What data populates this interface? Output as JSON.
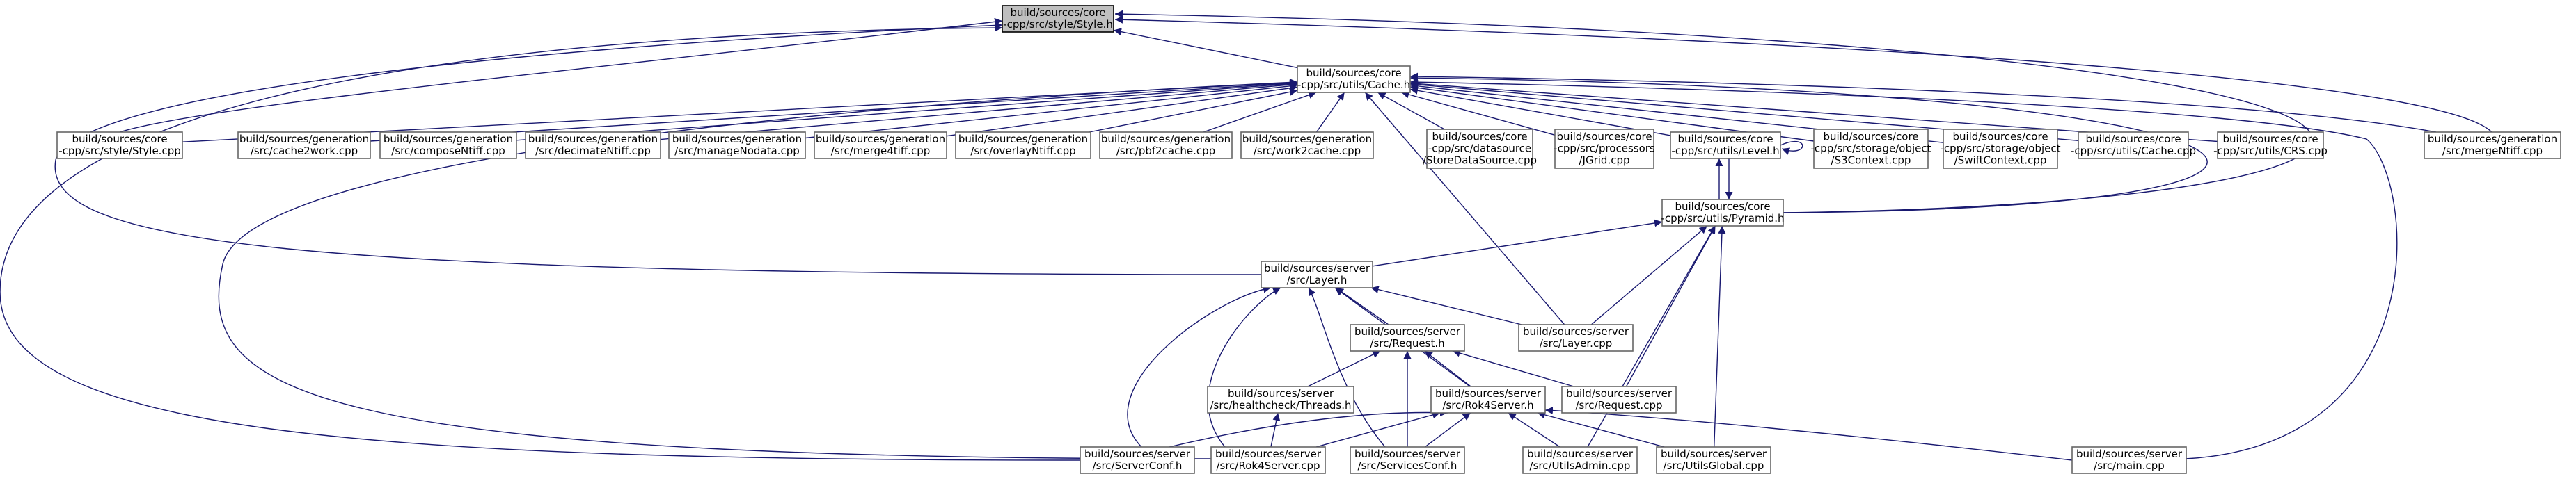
{
  "graph": {
    "root": "style_h",
    "nodes": [
      {
        "id": "style_h",
        "lines": [
          "build/sources/core",
          "-cpp/src/style/Style.h"
        ],
        "highlight": true
      },
      {
        "id": "cache_h",
        "lines": [
          "build/sources/core",
          "-cpp/src/utils/Cache.h"
        ]
      },
      {
        "id": "style_cpp",
        "lines": [
          "build/sources/core",
          "-cpp/src/style/Style.cpp"
        ]
      },
      {
        "id": "cache2work",
        "lines": [
          "build/sources/generation",
          "/src/cache2work.cpp"
        ]
      },
      {
        "id": "composeNtiff",
        "lines": [
          "build/sources/generation",
          "/src/composeNtiff.cpp"
        ]
      },
      {
        "id": "decimateNtiff",
        "lines": [
          "build/sources/generation",
          "/src/decimateNtiff.cpp"
        ]
      },
      {
        "id": "manageNodata",
        "lines": [
          "build/sources/generation",
          "/src/manageNodata.cpp"
        ]
      },
      {
        "id": "merge4tiff",
        "lines": [
          "build/sources/generation",
          "/src/merge4tiff.cpp"
        ]
      },
      {
        "id": "overlayNtiff",
        "lines": [
          "build/sources/generation",
          "/src/overlayNtiff.cpp"
        ]
      },
      {
        "id": "pbf2cache",
        "lines": [
          "build/sources/generation",
          "/src/pbf2cache.cpp"
        ]
      },
      {
        "id": "work2cache",
        "lines": [
          "build/sources/generation",
          "/src/work2cache.cpp"
        ]
      },
      {
        "id": "storeds",
        "lines": [
          "build/sources/core",
          "-cpp/src/datasource",
          "/StoreDataSource.cpp"
        ]
      },
      {
        "id": "jgrid",
        "lines": [
          "build/sources/core",
          "-cpp/src/processors",
          "/JGrid.cpp"
        ]
      },
      {
        "id": "level_h",
        "lines": [
          "build/sources/core",
          "-cpp/src/utils/Level.h"
        ]
      },
      {
        "id": "s3ctx",
        "lines": [
          "build/sources/core",
          "-cpp/src/storage/object",
          "/S3Context.cpp"
        ]
      },
      {
        "id": "swiftctx",
        "lines": [
          "build/sources/core",
          "-cpp/src/storage/object",
          "/SwiftContext.cpp"
        ]
      },
      {
        "id": "cache_cpp",
        "lines": [
          "build/sources/core",
          "-cpp/src/utils/Cache.cpp"
        ]
      },
      {
        "id": "crs_cpp",
        "lines": [
          "build/sources/core",
          "-cpp/src/utils/CRS.cpp"
        ]
      },
      {
        "id": "mergeNtiff",
        "lines": [
          "build/sources/generation",
          "/src/mergeNtiff.cpp"
        ]
      },
      {
        "id": "pyramid_h",
        "lines": [
          "build/sources/core",
          "-cpp/src/utils/Pyramid.h"
        ]
      },
      {
        "id": "layer_h",
        "lines": [
          "build/sources/server",
          "/src/Layer.h"
        ]
      },
      {
        "id": "layer_cpp",
        "lines": [
          "build/sources/server",
          "/src/Layer.cpp"
        ]
      },
      {
        "id": "request_h",
        "lines": [
          "build/sources/server",
          "/src/Request.h"
        ]
      },
      {
        "id": "threads_h",
        "lines": [
          "build/sources/server",
          "/src/healthcheck/Threads.h"
        ]
      },
      {
        "id": "rok4server_h",
        "lines": [
          "build/sources/server",
          "/src/Rok4Server.h"
        ]
      },
      {
        "id": "request_cpp",
        "lines": [
          "build/sources/server",
          "/src/Request.cpp"
        ]
      },
      {
        "id": "serverconf_h",
        "lines": [
          "build/sources/server",
          "/src/ServerConf.h"
        ]
      },
      {
        "id": "rok4server_cpp",
        "lines": [
          "build/sources/server",
          "/src/Rok4Server.cpp"
        ]
      },
      {
        "id": "servicesconf_h",
        "lines": [
          "build/sources/server",
          "/src/ServicesConf.h"
        ]
      },
      {
        "id": "utilsadmin",
        "lines": [
          "build/sources/server",
          "/src/UtilsAdmin.cpp"
        ]
      },
      {
        "id": "utilsglobal",
        "lines": [
          "build/sources/server",
          "/src/UtilsGlobal.cpp"
        ]
      },
      {
        "id": "main_cpp",
        "lines": [
          "build/sources/server",
          "/src/main.cpp"
        ]
      }
    ],
    "edges": [
      {
        "from": "cache_h",
        "to": "style_h"
      },
      {
        "from": "style_cpp",
        "to": "style_h"
      },
      {
        "from": "mergeNtiff",
        "to": "style_h"
      },
      {
        "from": "pyramid_h",
        "to": "style_h"
      },
      {
        "from": "layer_h",
        "to": "style_h"
      },
      {
        "from": "serverconf_h",
        "to": "style_h"
      },
      {
        "from": "style_cpp",
        "to": "cache_h"
      },
      {
        "from": "cache2work",
        "to": "cache_h"
      },
      {
        "from": "composeNtiff",
        "to": "cache_h"
      },
      {
        "from": "decimateNtiff",
        "to": "cache_h"
      },
      {
        "from": "manageNodata",
        "to": "cache_h"
      },
      {
        "from": "merge4tiff",
        "to": "cache_h"
      },
      {
        "from": "overlayNtiff",
        "to": "cache_h"
      },
      {
        "from": "pbf2cache",
        "to": "cache_h"
      },
      {
        "from": "work2cache",
        "to": "cache_h"
      },
      {
        "from": "storeds",
        "to": "cache_h"
      },
      {
        "from": "jgrid",
        "to": "cache_h"
      },
      {
        "from": "level_h",
        "to": "cache_h"
      },
      {
        "from": "s3ctx",
        "to": "cache_h"
      },
      {
        "from": "swiftctx",
        "to": "cache_h"
      },
      {
        "from": "cache_cpp",
        "to": "cache_h"
      },
      {
        "from": "crs_cpp",
        "to": "cache_h"
      },
      {
        "from": "mergeNtiff",
        "to": "cache_h"
      },
      {
        "from": "pyramid_h",
        "to": "cache_h"
      },
      {
        "from": "layer_cpp",
        "to": "cache_h"
      },
      {
        "from": "rok4server_cpp",
        "to": "cache_h"
      },
      {
        "from": "main_cpp",
        "to": "cache_h"
      },
      {
        "from": "level_h",
        "to": "level_h"
      },
      {
        "from": "pyramid_h",
        "to": "level_h"
      },
      {
        "from": "level_h",
        "to": "pyramid_h"
      },
      {
        "from": "layer_h",
        "to": "pyramid_h"
      },
      {
        "from": "layer_cpp",
        "to": "pyramid_h"
      },
      {
        "from": "request_cpp",
        "to": "pyramid_h"
      },
      {
        "from": "utilsadmin",
        "to": "pyramid_h"
      },
      {
        "from": "utilsglobal",
        "to": "pyramid_h"
      },
      {
        "from": "layer_cpp",
        "to": "layer_h"
      },
      {
        "from": "request_h",
        "to": "layer_h"
      },
      {
        "from": "rok4server_h",
        "to": "layer_h"
      },
      {
        "from": "serverconf_h",
        "to": "layer_h"
      },
      {
        "from": "rok4server_cpp",
        "to": "layer_h"
      },
      {
        "from": "servicesconf_h",
        "to": "layer_h"
      },
      {
        "from": "threads_h",
        "to": "request_h"
      },
      {
        "from": "rok4server_h",
        "to": "request_h"
      },
      {
        "from": "request_cpp",
        "to": "request_h"
      },
      {
        "from": "servicesconf_h",
        "to": "request_h"
      },
      {
        "from": "rok4server_cpp",
        "to": "threads_h"
      },
      {
        "from": "serverconf_h",
        "to": "rok4server_h"
      },
      {
        "from": "rok4server_cpp",
        "to": "rok4server_h"
      },
      {
        "from": "servicesconf_h",
        "to": "rok4server_h"
      },
      {
        "from": "utilsadmin",
        "to": "rok4server_h"
      },
      {
        "from": "utilsglobal",
        "to": "rok4server_h"
      },
      {
        "from": "main_cpp",
        "to": "rok4server_h"
      }
    ]
  },
  "colors": {
    "edge": "#191970",
    "node_border": "#666666",
    "root_fill": "#bfbfbf",
    "root_border": "#000000"
  }
}
